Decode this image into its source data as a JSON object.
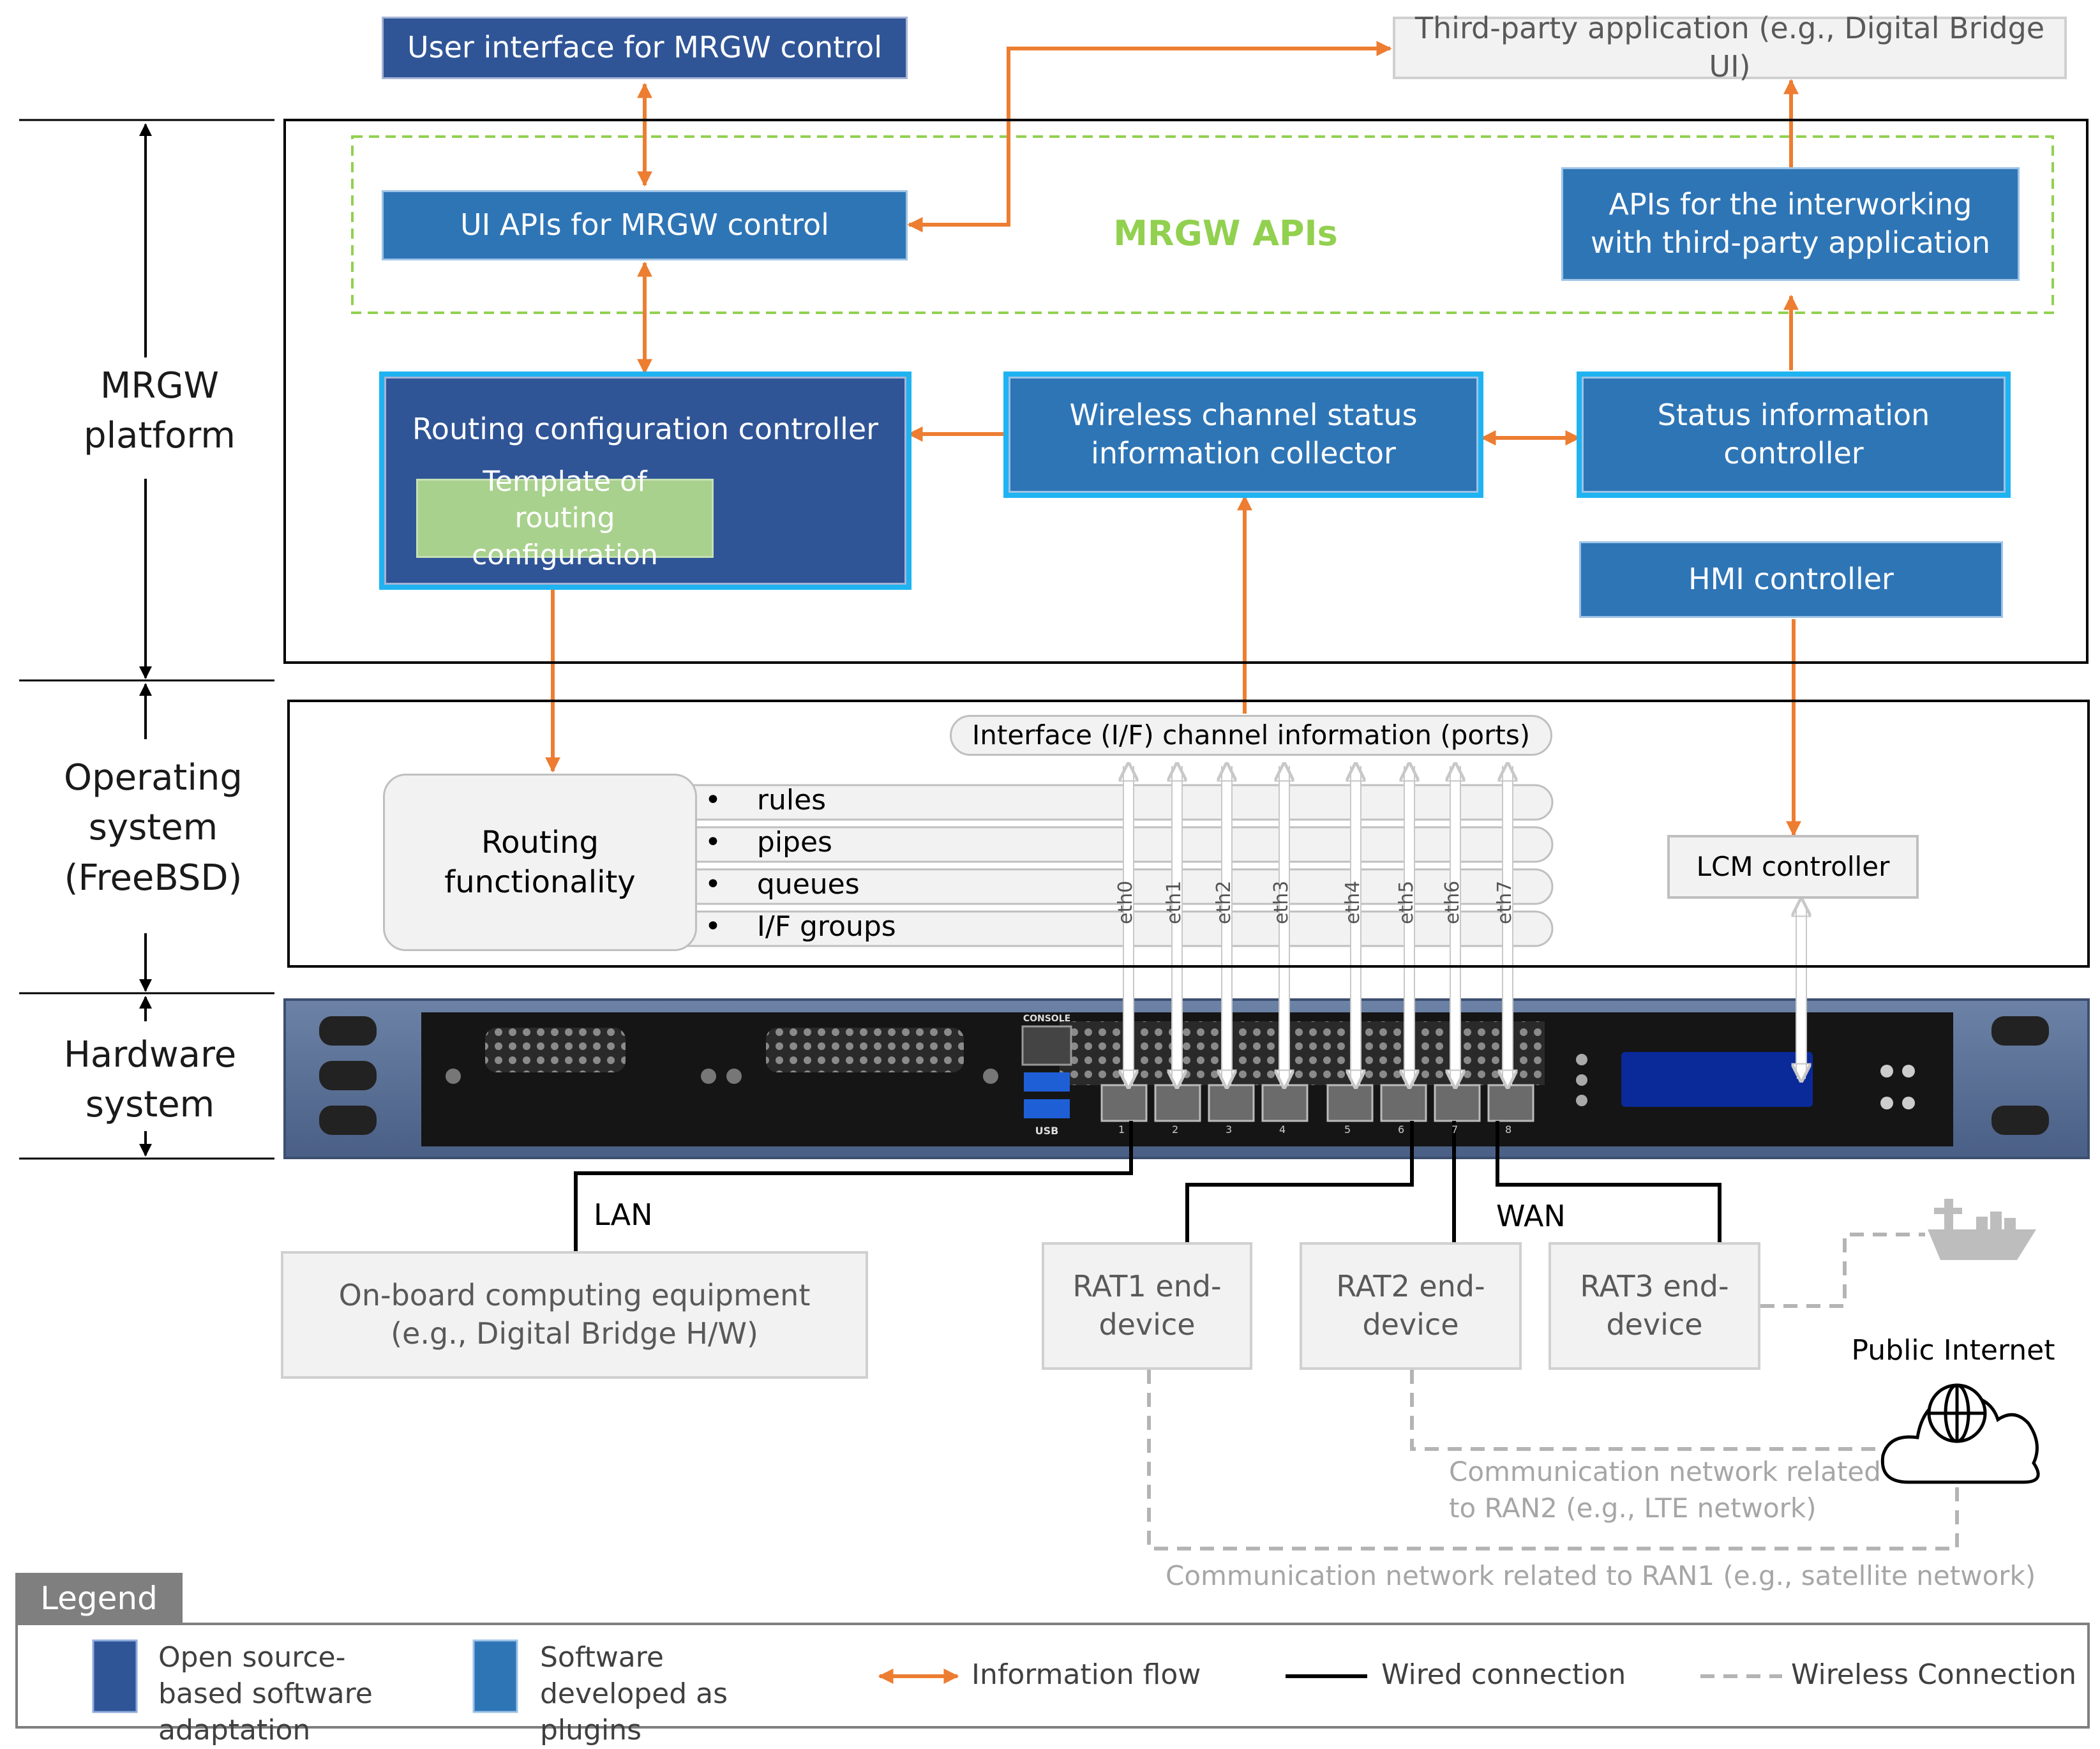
{
  "top_boxes": {
    "user_interface": "User interface for MRGW control",
    "third_party_app": "Third-party application (e.g., Digital Bridge UI)"
  },
  "apis": {
    "group_title": "MRGW APIs",
    "ui_apis": "UI  APIs for MRGW control",
    "interworking_apis": "APIs for the interworking with third-party application"
  },
  "platform": {
    "routing_controller": "Routing configuration controller",
    "routing_template": "Template of routing configuration",
    "wireless_collector": "Wireless channel status information collector",
    "status_controller": "Status information controller",
    "hmi_controller": "HMI controller"
  },
  "os": {
    "interface_channel": "Interface (I/F) channel information (ports)",
    "routing_functionality": "Routing functionality",
    "items": [
      "rules",
      "pipes",
      "queues",
      "I/F groups"
    ],
    "lcm_controller": "LCM controller",
    "ports": [
      "eth0",
      "eth1",
      "eth2",
      "eth3",
      "eth4",
      "eth5",
      "eth6",
      "eth7"
    ]
  },
  "layers": {
    "platform": "MRGW platform",
    "os": "Operating system (FreeBSD)",
    "hardware": "Hardware system"
  },
  "hardware_labels": {
    "console": "CONSOLE",
    "usb": "USB",
    "port_numbers": [
      "1",
      "2",
      "3",
      "4",
      "5",
      "6",
      "7",
      "8"
    ]
  },
  "connections": {
    "lan": "LAN",
    "wan": "WAN",
    "onboard": "On-board computing equipment (e.g., Digital Bridge H/W)",
    "rat1": "RAT1 end-device",
    "rat2": "RAT2 end-device",
    "rat3": "RAT3 end-device",
    "public_internet": "Public Internet",
    "ran2_network": "Communication network related to RAN2 (e.g., LTE network)",
    "ran1_network": "Communication network related to RAN1 (e.g., satellite network)"
  },
  "legend": {
    "title": "Legend",
    "open_source": "Open source-based software adaptation",
    "plugins": "Software developed as plugins",
    "info_flow": "Information flow",
    "wired": "Wired connection",
    "wireless": "Wireless Connection"
  },
  "colors": {
    "dark_blue": "#2f5597",
    "mid_blue": "#2e75b6",
    "cyan_outline": "#1fb3f1",
    "template_green": "#a9d18e",
    "api_green": "#92d050",
    "flow_orange": "#ed7d31",
    "wireless_grey": "#b4b4b4"
  }
}
